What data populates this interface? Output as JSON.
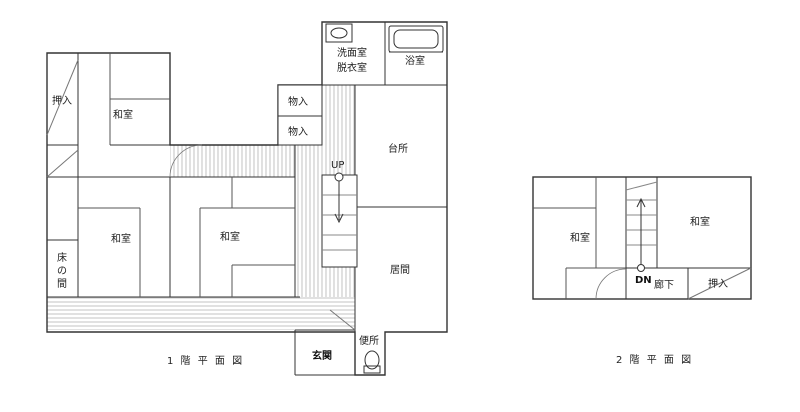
{
  "floor1": {
    "caption": "1 階 平 面 図",
    "rooms": {
      "oshiire": "押入",
      "washitsu_top": "和室",
      "washitsu_left": "和室",
      "washitsu_center": "和室",
      "tokonoma_1": "床",
      "tokonoma_2": "の",
      "tokonoma_3": "間",
      "monoire_1": "物入",
      "monoire_2": "物入",
      "senmen_1": "洗面室",
      "senmen_2": "脱衣室",
      "yokushitsu": "浴室",
      "daidokoro": "台所",
      "ima": "居間",
      "genkan": "玄関",
      "benjo": "便所"
    },
    "stair_label": "UP"
  },
  "floor2": {
    "caption": "2 階 平 面 図",
    "rooms": {
      "washitsu_left": "和室",
      "washitsu_right": "和室",
      "rouka": "廊下",
      "oshiire": "押入"
    },
    "stair_label": "DN"
  }
}
